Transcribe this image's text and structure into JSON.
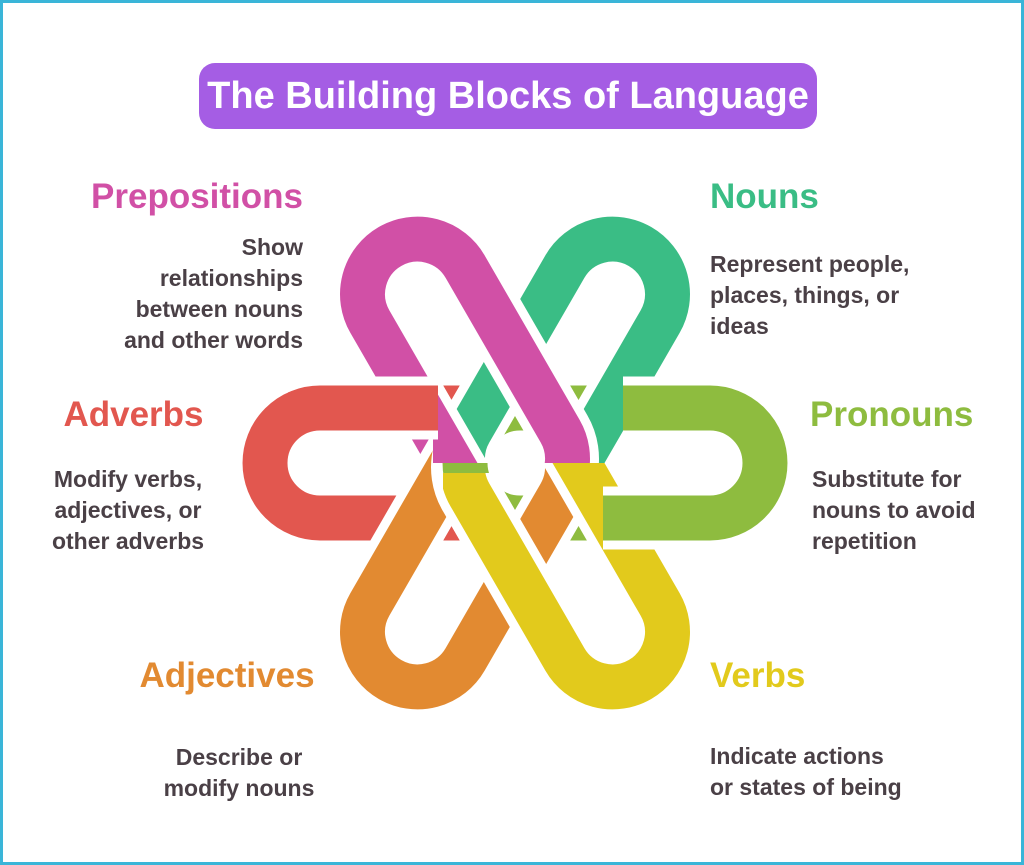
{
  "frame": {
    "border_color": "#3ab5d8",
    "background": "#ffffff"
  },
  "title": {
    "text": "The Building Blocks of Language",
    "background": "#a55de4",
    "color": "#ffffff"
  },
  "body_text_color": "#4a4046",
  "sections": [
    {
      "id": "prepositions",
      "label": "Prepositions",
      "color": "#d150a6",
      "lines": [
        "Show",
        "relationships",
        "between nouns",
        "and other words"
      ]
    },
    {
      "id": "nouns",
      "label": "Nouns",
      "color": "#3abd85",
      "lines": [
        "Represent people,",
        "places, things, or",
        "ideas"
      ]
    },
    {
      "id": "adverbs",
      "label": "Adverbs",
      "color": "#e2574f",
      "lines": [
        "Modify verbs,",
        "adjectives, or",
        "other adverbs"
      ]
    },
    {
      "id": "pronouns",
      "label": "Pronouns",
      "color": "#8ebc3f",
      "lines": [
        "Substitute for",
        "nouns to avoid",
        "repetition"
      ]
    },
    {
      "id": "adjectives",
      "label": "Adjectives",
      "color": "#e28a31",
      "lines": [
        "Describe or",
        "modify nouns"
      ]
    },
    {
      "id": "verbs",
      "label": "Verbs",
      "color": "#e2ca1c",
      "lines": [
        "Indicate actions",
        "or states of being"
      ]
    }
  ],
  "knot": {
    "description": "Six interlocking loop rings, one per part of speech",
    "outline_color": "#ffffff"
  }
}
